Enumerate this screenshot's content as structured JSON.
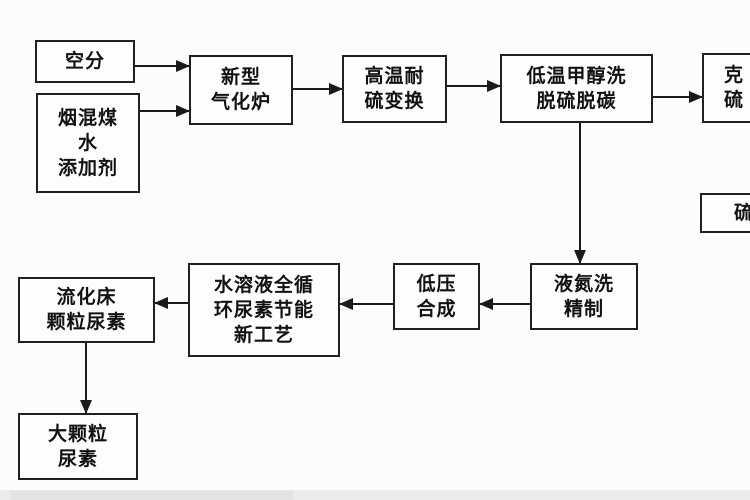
{
  "diagram": {
    "description": "Process flowchart: coal-water slurry gasification to large-granule urea",
    "nodes": {
      "air_separation": {
        "label": "空分"
      },
      "coal_water_additive": {
        "label": "烟混煤\n水\n添加剂"
      },
      "gasifier": {
        "label": "新型\n气化炉"
      },
      "sulfur_tolerant_shift": {
        "label": "高温耐\n硫变换"
      },
      "methanol_wash": {
        "label": "低温甲醇洗\n脱硫脱碳"
      },
      "claus_partial": {
        "label": "克\n硫"
      },
      "sulfur_partial": {
        "label": "硫"
      },
      "liquid_nitrogen_wash": {
        "label": "液氮洗\n精制"
      },
      "low_pressure_synthesis": {
        "label": "低压\n合成"
      },
      "urea_full_cycle": {
        "label": "水溶液全循\n环尿素节能\n新工艺"
      },
      "fluidized_bed_urea": {
        "label": "流化床\n颗粒尿素"
      },
      "large_granule_urea": {
        "label": "大颗粒\n尿素"
      }
    },
    "edges": [
      {
        "from": "air_separation",
        "to": "gasifier",
        "direction": "right"
      },
      {
        "from": "coal_water_additive",
        "to": "gasifier",
        "direction": "right"
      },
      {
        "from": "gasifier",
        "to": "sulfur_tolerant_shift",
        "direction": "right"
      },
      {
        "from": "sulfur_tolerant_shift",
        "to": "methanol_wash",
        "direction": "right"
      },
      {
        "from": "methanol_wash",
        "to": "claus_partial",
        "direction": "right"
      },
      {
        "from": "methanol_wash",
        "to": "liquid_nitrogen_wash",
        "direction": "down"
      },
      {
        "from": "liquid_nitrogen_wash",
        "to": "low_pressure_synthesis",
        "direction": "left"
      },
      {
        "from": "low_pressure_synthesis",
        "to": "urea_full_cycle",
        "direction": "left"
      },
      {
        "from": "urea_full_cycle",
        "to": "fluidized_bed_urea",
        "direction": "left"
      },
      {
        "from": "fluidized_bed_urea",
        "to": "large_granule_urea",
        "direction": "down"
      }
    ],
    "colors": {
      "background": "#fcfcfc",
      "box_border": "#202020",
      "box_fill": "#fdfdfd",
      "text": "#121212",
      "arrow": "#1a1a1a",
      "bottom_strip": "#ebebeb"
    }
  }
}
